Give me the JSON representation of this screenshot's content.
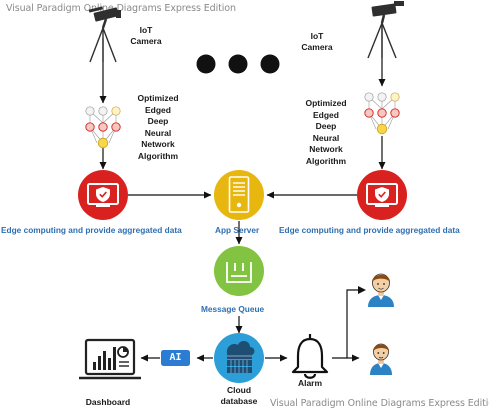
{
  "watermark": {
    "top": "Visual Paradigm Online Diagrams Express Edition",
    "bottom": "Visual Paradigm Online Diagrams Express Edition"
  },
  "left_camera": {
    "label_line1": "IoT",
    "label_line2": "Camera",
    "icon": "cctv-camera-icon"
  },
  "right_camera": {
    "label_line1": "IoT",
    "label_line2": "Camera",
    "icon": "cctv-camera-icon"
  },
  "left_algorithm": {
    "label": "Optimized\nEdged\nDeep\nNeural\nNetwork\nAlgorithm",
    "icon": "neural-network-icon"
  },
  "right_algorithm": {
    "label": "Optimized\nEdged\nDeep\nNeural\nNetwork\nAlgorithm",
    "icon": "neural-network-icon"
  },
  "more_indicator": {
    "icon": "ellipsis-dots-icon"
  },
  "left_edge": {
    "label": "Edge computing and provide aggregated data",
    "icon": "shield-check-icon"
  },
  "right_edge": {
    "label": "Edge computing and provide aggregated data",
    "icon": "shield-check-icon"
  },
  "app_server": {
    "label": "App Server",
    "icon": "server-icon"
  },
  "message_queue": {
    "label": "Message Queue",
    "icon": "queue-icon"
  },
  "cloud_db": {
    "label_line1": "Cloud",
    "label_line2": "database",
    "icon": "cloud-database-icon"
  },
  "ai_badge": {
    "label": "AI"
  },
  "dashboard": {
    "label": "Dashboard",
    "icon": "dashboard-chart-icon"
  },
  "alarm": {
    "label": "Alarm",
    "icon": "bell-icon"
  },
  "users": {
    "icon": "person-icon"
  },
  "colors": {
    "edge_red": "#d9211f",
    "server_yellow": "#e7b60f",
    "queue_green": "#82c341",
    "cloud_blue": "#2d9fd8",
    "label_blue": "#2f6fb1",
    "ai_blue": "#2b7cd3"
  }
}
